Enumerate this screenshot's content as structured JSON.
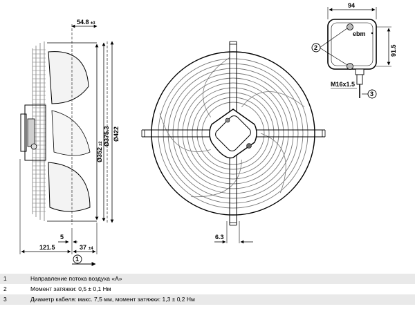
{
  "dimensions": {
    "side_top": "54.8",
    "side_top_tol": "±3",
    "dia_inner": "Ø352",
    "dia_inner_tol": "±2",
    "dia_mid": "Ø375.3",
    "dia_outer": "Ø422",
    "side_left": "121.5",
    "side_small": "5",
    "side_bottom": "37",
    "side_bottom_tol": "±4",
    "front_bottom": "6.3",
    "box_width": "94",
    "box_height": "91.5",
    "cable": "M16x1.5"
  },
  "callouts": {
    "airflow": "1",
    "torque": "2",
    "cable_note": "3"
  },
  "box_logo": "ebm",
  "legend": [
    {
      "num": "1",
      "text": "Направление потока воздуха «A»"
    },
    {
      "num": "2",
      "text": "Момент затяжки: 0,5 ± 0,1 Нм"
    },
    {
      "num": "3",
      "text": "Диаметр кабеля: макс. 7,5 мм, момент затяжки: 1,3 ± 0,2 Нм"
    }
  ],
  "colors": {
    "line": "#000000",
    "grid": "#777777",
    "legend_stripe": "#e9e9e9"
  }
}
